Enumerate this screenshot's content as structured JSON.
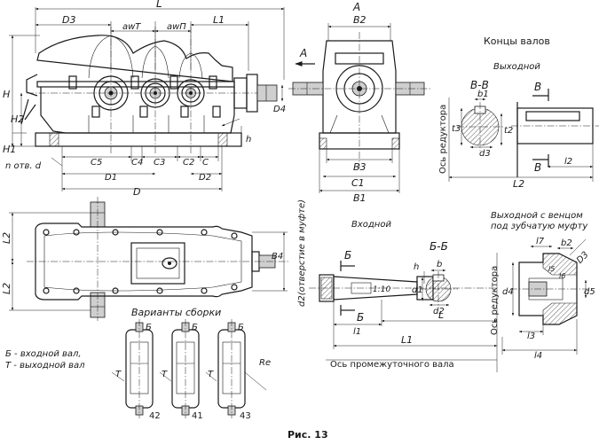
{
  "caption": "Рис. 13",
  "front": {
    "L": "L",
    "D3": "D3",
    "awT": "awТ",
    "awP": "awП",
    "L1": "L1",
    "H": "H",
    "H2": "H2",
    "H1": "H1",
    "D4": "D4",
    "h": "h",
    "holes": "n отв. d",
    "C5": "C5",
    "C4": "C4",
    "C3": "C3",
    "C2": "C2",
    "C": "C",
    "D1": "D1",
    "D2": "D2",
    "D": "D",
    "A": "A"
  },
  "side": {
    "A": "A",
    "B2": "B2",
    "C1": "C1",
    "B3": "B3",
    "B1": "B1"
  },
  "shaft_ends": {
    "title": "Концы валов",
    "output": "Выходной",
    "section_vv": "В-В",
    "V": "В",
    "b1": "b1",
    "t3": "t3",
    "t2": "t2",
    "d3": "d3",
    "l2": "l2",
    "L2": "L2",
    "axis": "Ось редуктора"
  },
  "top": {
    "L2a": "L2",
    "L2b": "L2",
    "B4": "B4"
  },
  "variants": {
    "title": "Варианты сборки",
    "legend1": "Б - входной вал,",
    "legend2": "Т - выходной вал",
    "B": "Б",
    "T": "Т",
    "v42": "42",
    "v41": "41",
    "v43": "43",
    "Re": "Re"
  },
  "input": {
    "title": "Входной",
    "section_bb": "Б-Б",
    "B": "Б",
    "d2_label": "d2(отверстие в муфте)",
    "taper": "1:10",
    "h": "h",
    "b": "b",
    "d1": "d1",
    "d2": "d2",
    "l1": "l1",
    "L": "L",
    "L1": "L1",
    "axis": "Ось промежуточного вала"
  },
  "crown": {
    "title1": "Выходной с венцом",
    "title2": "под зубчатую муфту",
    "l7": "l7",
    "b2": "b2",
    "D3": "D3",
    "d4": "d4",
    "d5": "d5",
    "l5": "l5",
    "l6": "l6",
    "l3": "l3",
    "l4": "l4",
    "axis": "Ось редуктора"
  }
}
